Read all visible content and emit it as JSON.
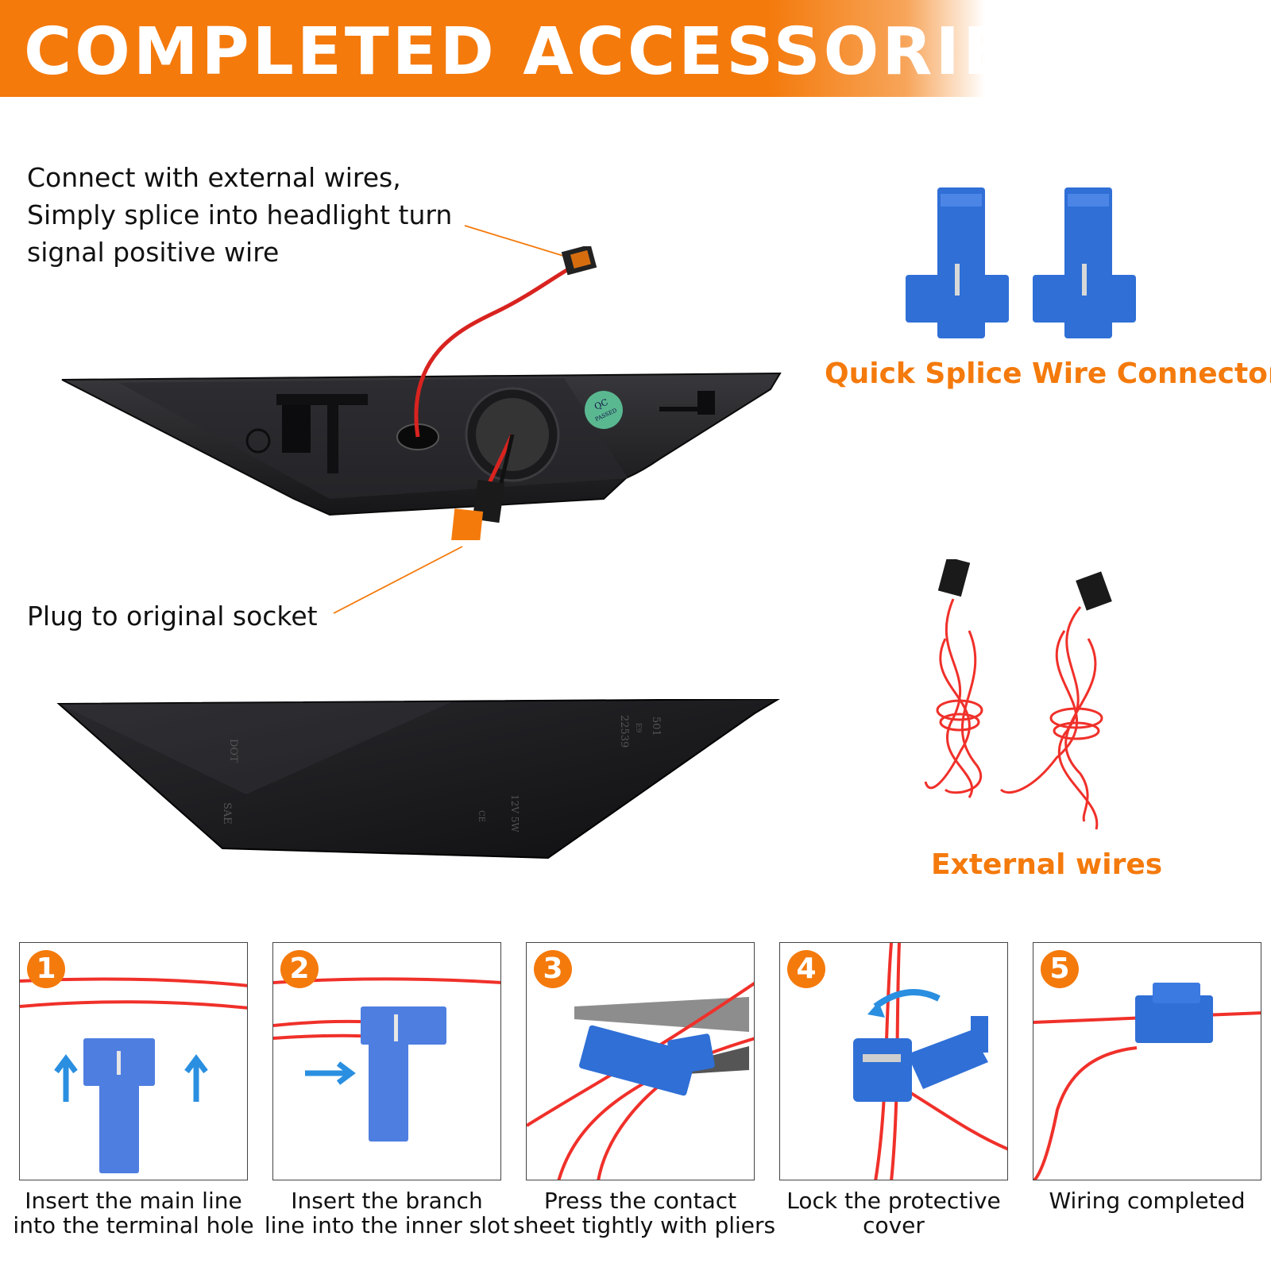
{
  "banner": {
    "title": "COMPLETED ACCESSORIES"
  },
  "callouts": {
    "external_wires": [
      "Connect with external wires,",
      "Simply splice into headlight turn",
      "signal positive wire"
    ],
    "socket": "Plug to original socket"
  },
  "housing_marks": {
    "qc_top": "QC",
    "qc_bottom": "PASSED",
    "dot": "DOT",
    "sae": "SAE",
    "code": "501",
    "number": "22539",
    "rating": "12V 5W",
    "e_mark": "E9",
    "ce": "CE"
  },
  "accessories": {
    "splice_label": "Quick Splice Wire Connector",
    "wires_label": "External wires"
  },
  "steps": [
    {
      "number": "1",
      "lines": [
        "Insert the main line",
        "into the terminal hole"
      ]
    },
    {
      "number": "2",
      "lines": [
        "Insert the branch",
        "line into the inner slot"
      ]
    },
    {
      "number": "3",
      "lines": [
        "Press the contact",
        "sheet tightly with pliers"
      ]
    },
    {
      "number": "4",
      "lines": [
        "Lock the protective",
        "cover"
      ]
    },
    {
      "number": "5",
      "lines": [
        "Wiring completed"
      ]
    }
  ],
  "colors": {
    "accent": "#f47a0c",
    "connector_blue": "#2f6fd6",
    "wire_red": "#f0302a",
    "housing": "#1c1c1f"
  }
}
